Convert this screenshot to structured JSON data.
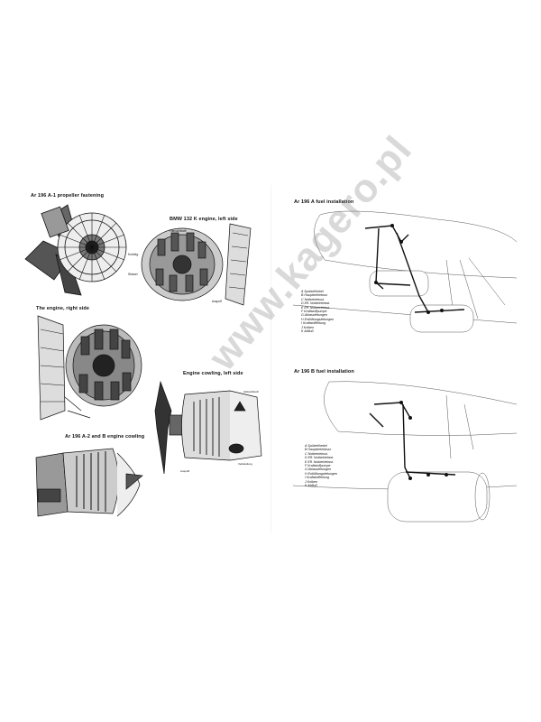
{
  "left_page": {
    "captions": {
      "propeller": "Ar 196 A-1 propeller fastening",
      "engine_left": "BMW 132 K engine, left side",
      "engine_right": "The engine, right side",
      "cowling_left": "Engine cowling, left side",
      "cowling_a2": "Ar 196 A-2 and B engine cowling"
    }
  },
  "right_page": {
    "captions": {
      "fuel_a": "Ar 196 A fuel installation",
      "fuel_b": "Ar 196 B fuel installation"
    },
    "legend_a": [
      "A Spülzellhebel",
      "B Hauptbetriebsst.",
      "C Notbetriebsst.",
      "D Eff. Notbetriebsst.",
      "E Eff. Notbetriebsst.",
      "F Kraftstoffpumpe",
      "G Ablassleitungen",
      "H Entlüftungsleitungen",
      "I Kraftstoffleitung",
      "J Kolben",
      "K Abfluß"
    ],
    "legend_b": [
      "A Spülzellhebel",
      "B Hauptbetriebsst.",
      "C Notbetriebsst.",
      "D Eff. Notbetriebsst.",
      "E Eff. Notbetriebsst.",
      "F Kraftstoffpumpe",
      "G Ablassleitungen",
      "H Entlüftungsleitungen",
      "I Kraftstoffleitung",
      "J Kolben",
      "K Abfluß"
    ]
  },
  "watermark": "www.kagero.pl"
}
